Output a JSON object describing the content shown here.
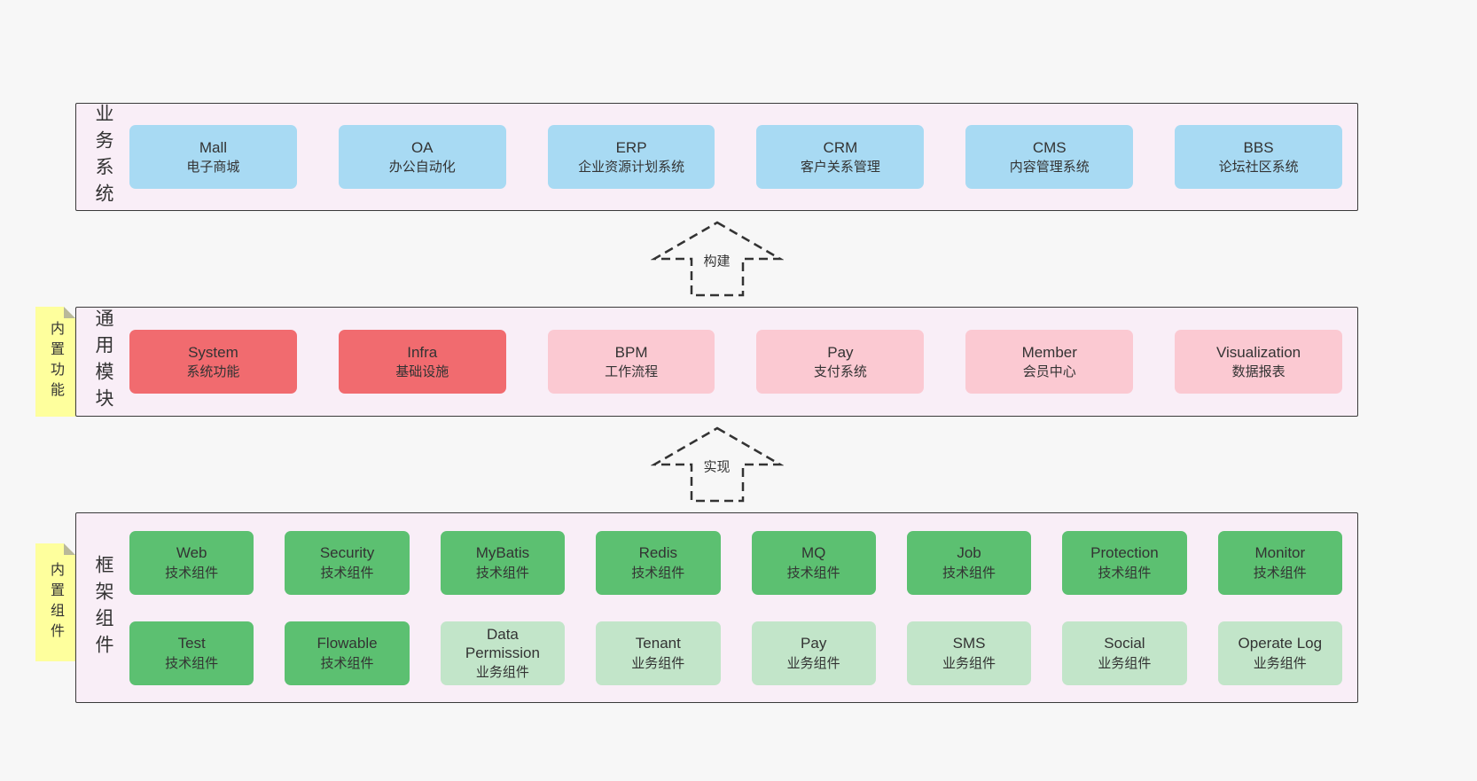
{
  "colors": {
    "page_bg": "#f7f7f7",
    "panel_bg": "#f9eef7",
    "panel_border": "#3a3a3a",
    "box_blue": "#a8daf3",
    "box_red": "#f16b6f",
    "box_pink": "#fbc9d2",
    "box_green": "#5cc071",
    "box_light_green": "#c2e5c9",
    "tag_yellow": "#feff9d",
    "tag_fold": "#b9b99a",
    "text": "#333333",
    "arrow": "#333333"
  },
  "arrows": [
    {
      "label": "构建"
    },
    {
      "label": "实现"
    }
  ],
  "layers": [
    {
      "side_label": "业务系统",
      "boxes": [
        {
          "line1": "Mall",
          "line2": "电子商城"
        },
        {
          "line1": "OA",
          "line2": "办公自动化"
        },
        {
          "line1": "ERP",
          "line2": "企业资源计划系统"
        },
        {
          "line1": "CRM",
          "line2": "客户关系管理"
        },
        {
          "line1": "CMS",
          "line2": "内容管理系统"
        },
        {
          "line1": "BBS",
          "line2": "论坛社区系统"
        }
      ]
    },
    {
      "side_label": "通用模块",
      "tag": "内置功能",
      "boxes": [
        {
          "line1": "System",
          "line2": "系统功能"
        },
        {
          "line1": "Infra",
          "line2": "基础设施"
        },
        {
          "line1": "BPM",
          "line2": "工作流程"
        },
        {
          "line1": "Pay",
          "line2": "支付系统"
        },
        {
          "line1": "Member",
          "line2": "会员中心"
        },
        {
          "line1": "Visualization",
          "line2": "数据报表"
        }
      ]
    },
    {
      "side_label": "框架组件",
      "tag": "内置组件",
      "boxes": [
        {
          "line1": "Web",
          "line2": "技术组件"
        },
        {
          "line1": "Security",
          "line2": "技术组件"
        },
        {
          "line1": "MyBatis",
          "line2": "技术组件"
        },
        {
          "line1": "Redis",
          "line2": "技术组件"
        },
        {
          "line1": "MQ",
          "line2": "技术组件"
        },
        {
          "line1": "Job",
          "line2": "技术组件"
        },
        {
          "line1": "Protection",
          "line2": "技术组件"
        },
        {
          "line1": "Monitor",
          "line2": "技术组件"
        },
        {
          "line1": "Test",
          "line2": "技术组件"
        },
        {
          "line1": "Flowable",
          "line2": "技术组件"
        },
        {
          "line1": "Data Permission",
          "line2": "业务组件"
        },
        {
          "line1": "Tenant",
          "line2": "业务组件"
        },
        {
          "line1": "Pay",
          "line2": "业务组件"
        },
        {
          "line1": "SMS",
          "line2": "业务组件"
        },
        {
          "line1": "Social",
          "line2": "业务组件"
        },
        {
          "line1": "Operate Log",
          "line2": "业务组件"
        }
      ]
    }
  ]
}
